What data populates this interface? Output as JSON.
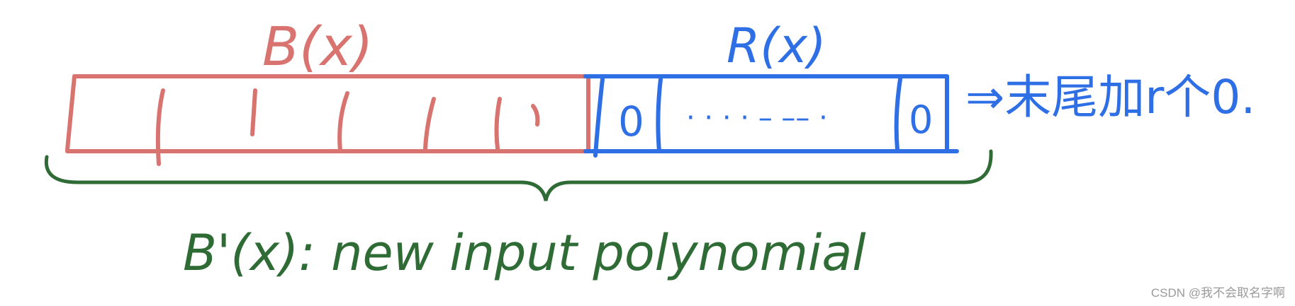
{
  "labels": {
    "b_label": "B(x)",
    "r_label": "R(x)",
    "bprime_label": "B'(x): new input polynomial",
    "append_note": "⇒末尾加r个0.",
    "zero_first": "0",
    "zero_dots": "· · · · – –– ·",
    "zero_last": "0"
  },
  "colors": {
    "b": "#d8736f",
    "r": "#2f6fe6",
    "bprime": "#2e6b35"
  },
  "watermark": "CSDN @我不会取名字啊"
}
